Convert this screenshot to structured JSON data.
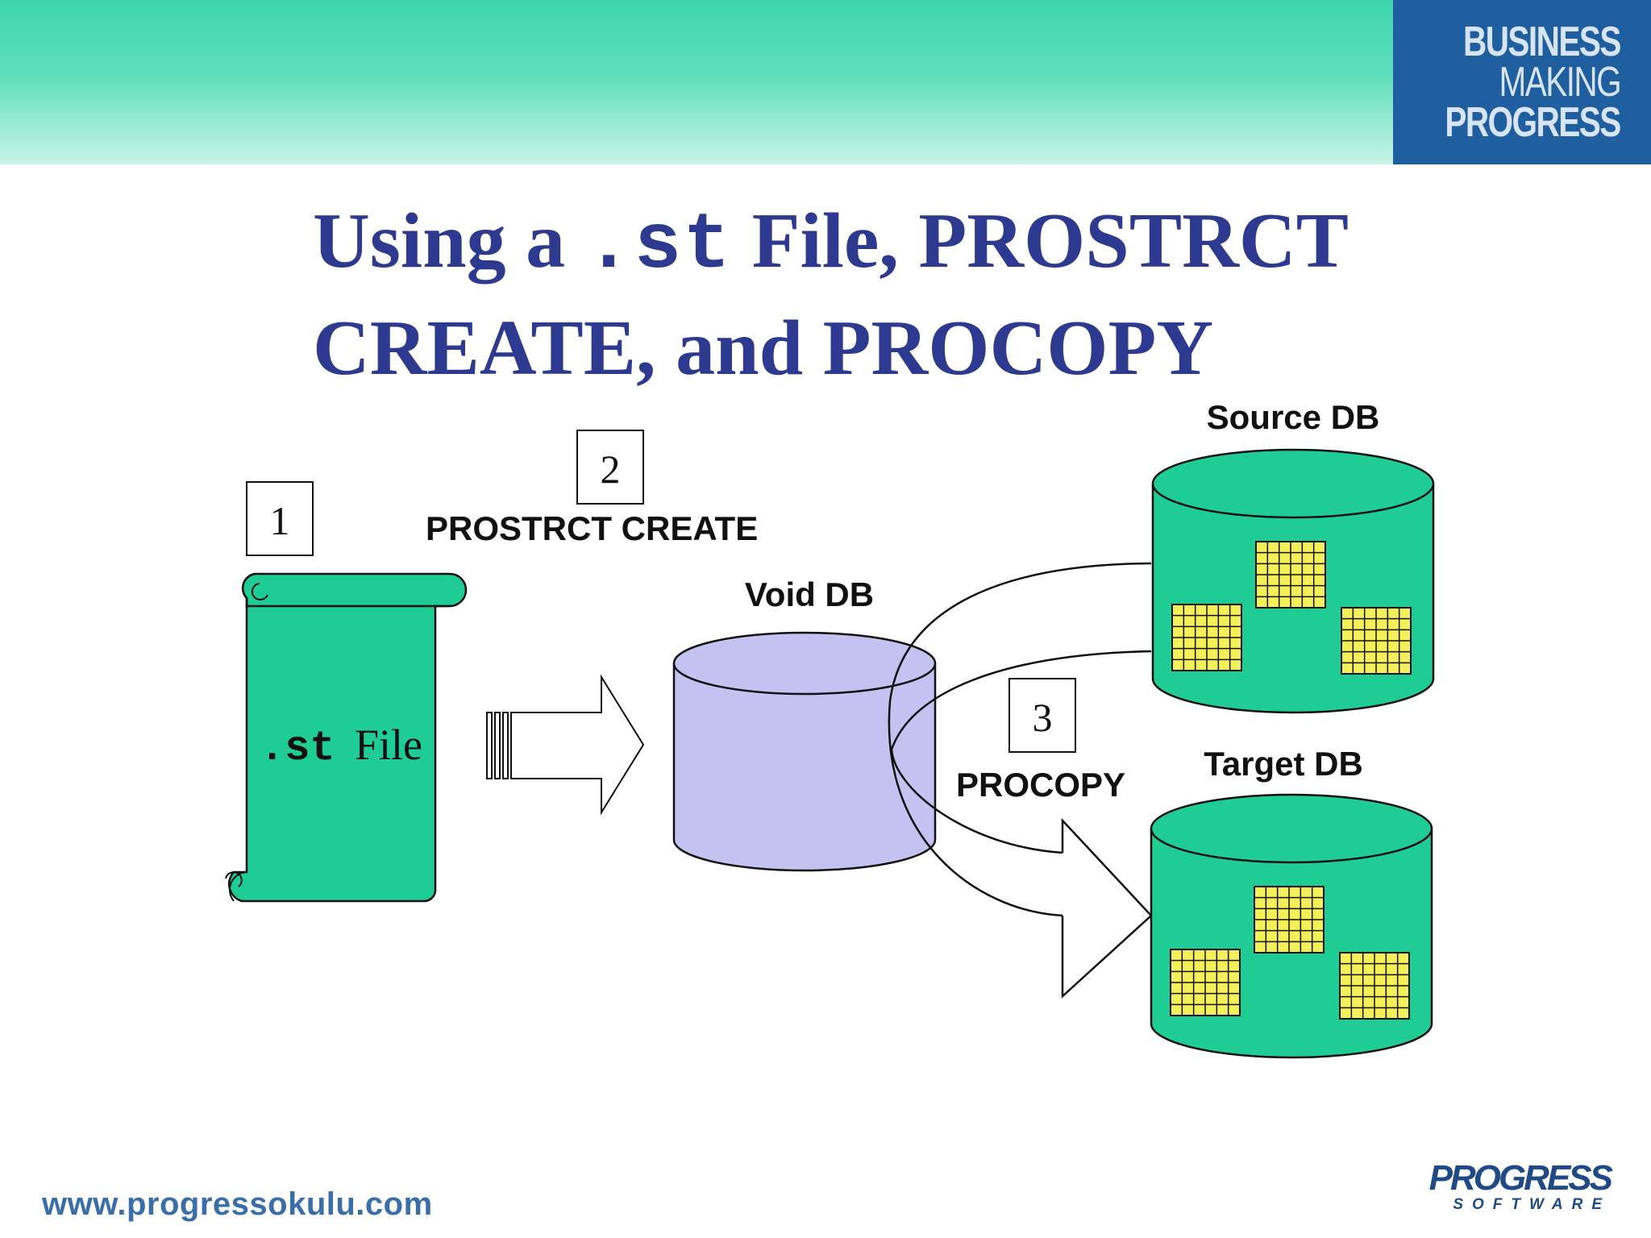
{
  "header": {
    "brand": [
      "BUSINESS",
      "MAKING",
      "PROGRESS"
    ],
    "brand_color": "#1f5f9f",
    "band_color": "#3ed6ad"
  },
  "title": {
    "prefix": "Using a",
    "code": ".st",
    "suffix": "File, PROSTRCT",
    "line2": "CREATE, and PROCOPY",
    "color": "#2e3a8f"
  },
  "diagram": {
    "steps": [
      {
        "number": "1"
      },
      {
        "number": "2",
        "label": "PROSTRCT CREATE"
      },
      {
        "number": "3",
        "label": "PROCOPY"
      }
    ],
    "st_file": {
      "code": ".st",
      "text": "File"
    },
    "databases": {
      "void": "Void DB",
      "source": "Source DB",
      "target": "Target DB"
    },
    "colors": {
      "green": "#1fcc94",
      "void": "#c4c2f0",
      "grid": "#f3f05a",
      "outline": "#111111"
    },
    "icons": [
      "scroll-icon",
      "arrow-icon",
      "database-icon",
      "table-grid-icon"
    ]
  },
  "footer": {
    "url": "www.progressokulu.com",
    "logo_word": "PROGRESS",
    "logo_sub": "SOFTWARE"
  }
}
